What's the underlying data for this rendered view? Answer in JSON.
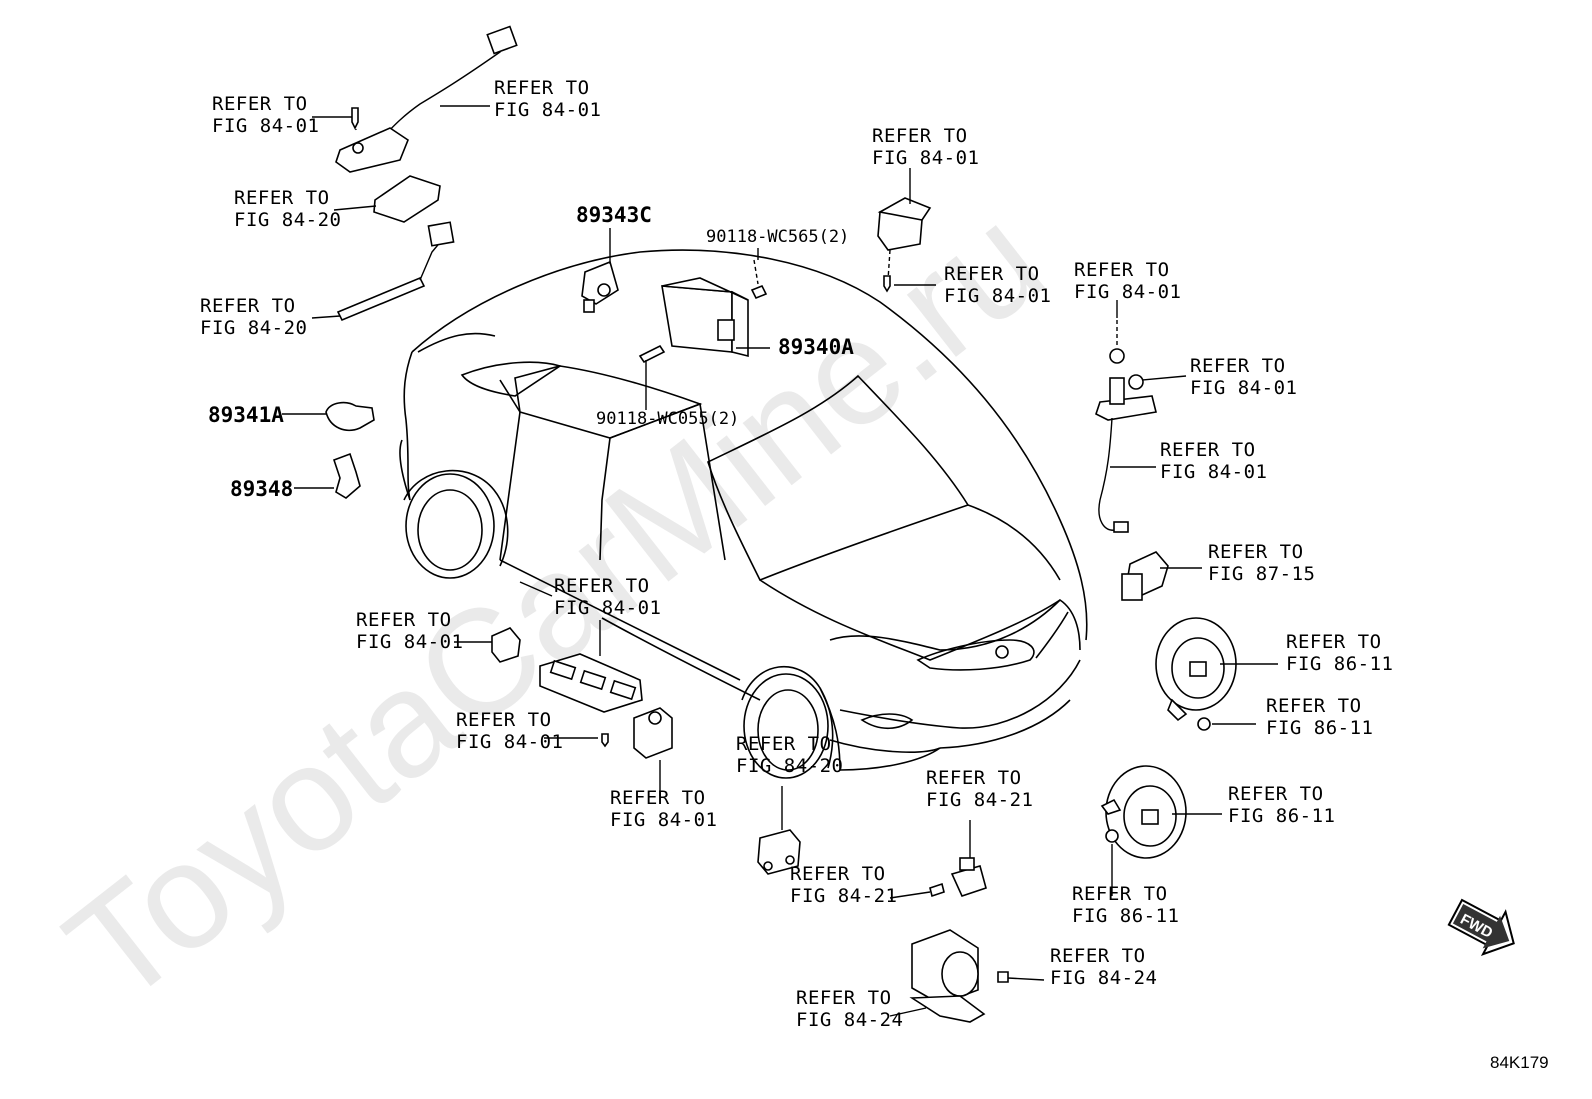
{
  "watermark": "ToyotaCarMine.ru",
  "figure_id": "84K179",
  "fwd_label": "FWD",
  "part_numbers": {
    "p89343C": "89343C",
    "p89340A": "89340A",
    "p89341A": "89341A",
    "p89348": "89348",
    "bolt_wc565": "90118-WC565(2)",
    "bolt_wc055": "90118-WC055(2)"
  },
  "refs": [
    {
      "l1": "REFER TO",
      "l2": "FIG 84-01"
    },
    {
      "l1": "REFER TO",
      "l2": "FIG 84-01"
    },
    {
      "l1": "REFER TO",
      "l2": "FIG 84-20"
    },
    {
      "l1": "REFER TO",
      "l2": "FIG 84-20"
    },
    {
      "l1": "REFER TO",
      "l2": "FIG 84-01"
    },
    {
      "l1": "REFER TO",
      "l2": "FIG 84-01"
    },
    {
      "l1": "REFER TO",
      "l2": "FIG 84-01"
    },
    {
      "l1": "REFER TO",
      "l2": "FIG 84-01"
    },
    {
      "l1": "REFER TO",
      "l2": "FIG 84-01"
    },
    {
      "l1": "REFER TO",
      "l2": "FIG 87-15"
    },
    {
      "l1": "REFER TO",
      "l2": "FIG 84-01"
    },
    {
      "l1": "REFER TO",
      "l2": "FIG 84-01"
    },
    {
      "l1": "REFER TO",
      "l2": "FIG 84-01"
    },
    {
      "l1": "REFER TO",
      "l2": "FIG 84-01"
    },
    {
      "l1": "REFER TO",
      "l2": "FIG 86-11"
    },
    {
      "l1": "REFER TO",
      "l2": "FIG 86-11"
    },
    {
      "l1": "REFER TO",
      "l2": "FIG 84-20"
    },
    {
      "l1": "REFER TO",
      "l2": "FIG 84-21"
    },
    {
      "l1": "REFER TO",
      "l2": "FIG 86-11"
    },
    {
      "l1": "REFER TO",
      "l2": "FIG 84-21"
    },
    {
      "l1": "REFER TO",
      "l2": "FIG 86-11"
    },
    {
      "l1": "REFER TO",
      "l2": "FIG 84-24"
    },
    {
      "l1": "REFER TO",
      "l2": "FIG 84-24"
    }
  ]
}
